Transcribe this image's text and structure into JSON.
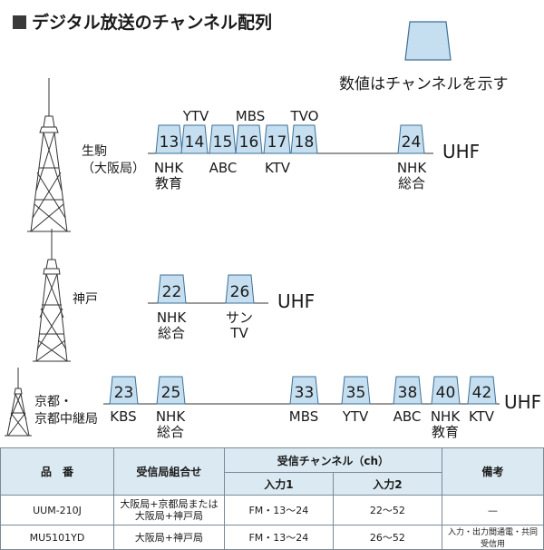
{
  "title": "デジタル放送のチャンネル配列",
  "legend_note": "数値はチャンネルを示す",
  "uhf_label": "UHF",
  "stations": [
    {
      "name_lines": [
        "生駒",
        "（大阪局）"
      ],
      "channels": [
        "13",
        "14",
        "15",
        "16",
        "17",
        "18",
        "24"
      ],
      "labels_above": [
        "YTV",
        "MBS",
        "TVO"
      ],
      "labels_below": [
        [
          "NHK",
          "教育"
        ],
        [
          "ABC"
        ],
        [
          "KTV"
        ],
        [
          "NHK",
          "総合"
        ]
      ]
    },
    {
      "name_lines": [
        "神戸"
      ],
      "channels": [
        "22",
        "26"
      ],
      "labels_below": [
        [
          "NHK",
          "総合"
        ],
        [
          "サン",
          "TV"
        ]
      ]
    },
    {
      "name_lines": [
        "京都・",
        "京都中継局"
      ],
      "channels": [
        "23",
        "25",
        "33",
        "35",
        "38",
        "40",
        "42"
      ],
      "labels_below": [
        [
          "KBS"
        ],
        [
          "NHK",
          "総合"
        ],
        [
          "MBS"
        ],
        [
          "YTV"
        ],
        [
          "ABC"
        ],
        [
          "NHK",
          "教育"
        ],
        [
          "KTV"
        ]
      ]
    }
  ],
  "table": {
    "headers": {
      "model": "品　番",
      "combination": "受信局組合せ",
      "channels": "受信チャンネル（ch）",
      "input1": "入力1",
      "input2": "入力2",
      "notes": "備考"
    },
    "rows": [
      {
        "model": "UUM-210J",
        "combination_lines": [
          "大阪局+京都局または",
          "大阪局+神戸局"
        ],
        "input1": "FM・13〜24",
        "input2": "22〜52",
        "notes": "—"
      },
      {
        "model": "MU5101YD",
        "combination_lines": [
          "大阪局+神戸局"
        ],
        "input1": "FM・13〜24",
        "input2": "26〜52",
        "notes": "入力・出力間通電・共同受信用"
      }
    ]
  },
  "colors": {
    "channel_fill": "#c5dff0",
    "channel_stroke": "#3d6f96",
    "table_header": "#dbeaf2",
    "tower": "#333333"
  }
}
